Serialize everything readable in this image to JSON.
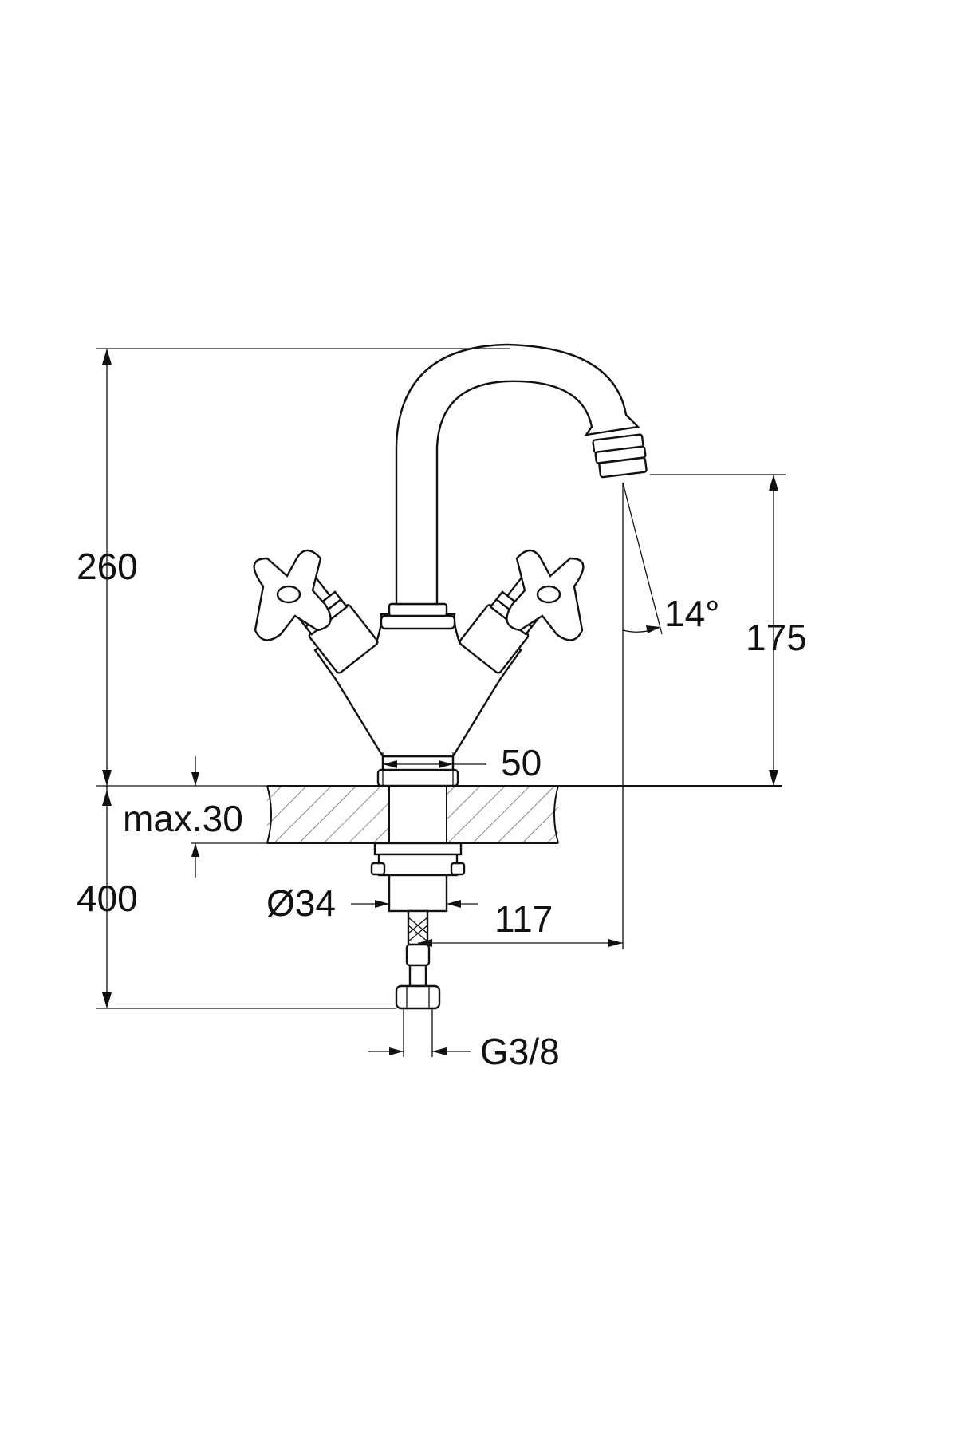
{
  "dimensions": {
    "overall_height": "260",
    "spout_outlet_height": "175",
    "spout_angle": "14°",
    "base_width": "50",
    "max_deck_thickness": "max.30",
    "hose_length": "400",
    "shank_diameter": "Ø34",
    "spout_reach": "117",
    "connection_thread": "G3/8"
  },
  "colors": {
    "line": "#111111",
    "background": "#ffffff",
    "hatch": "#555555"
  }
}
